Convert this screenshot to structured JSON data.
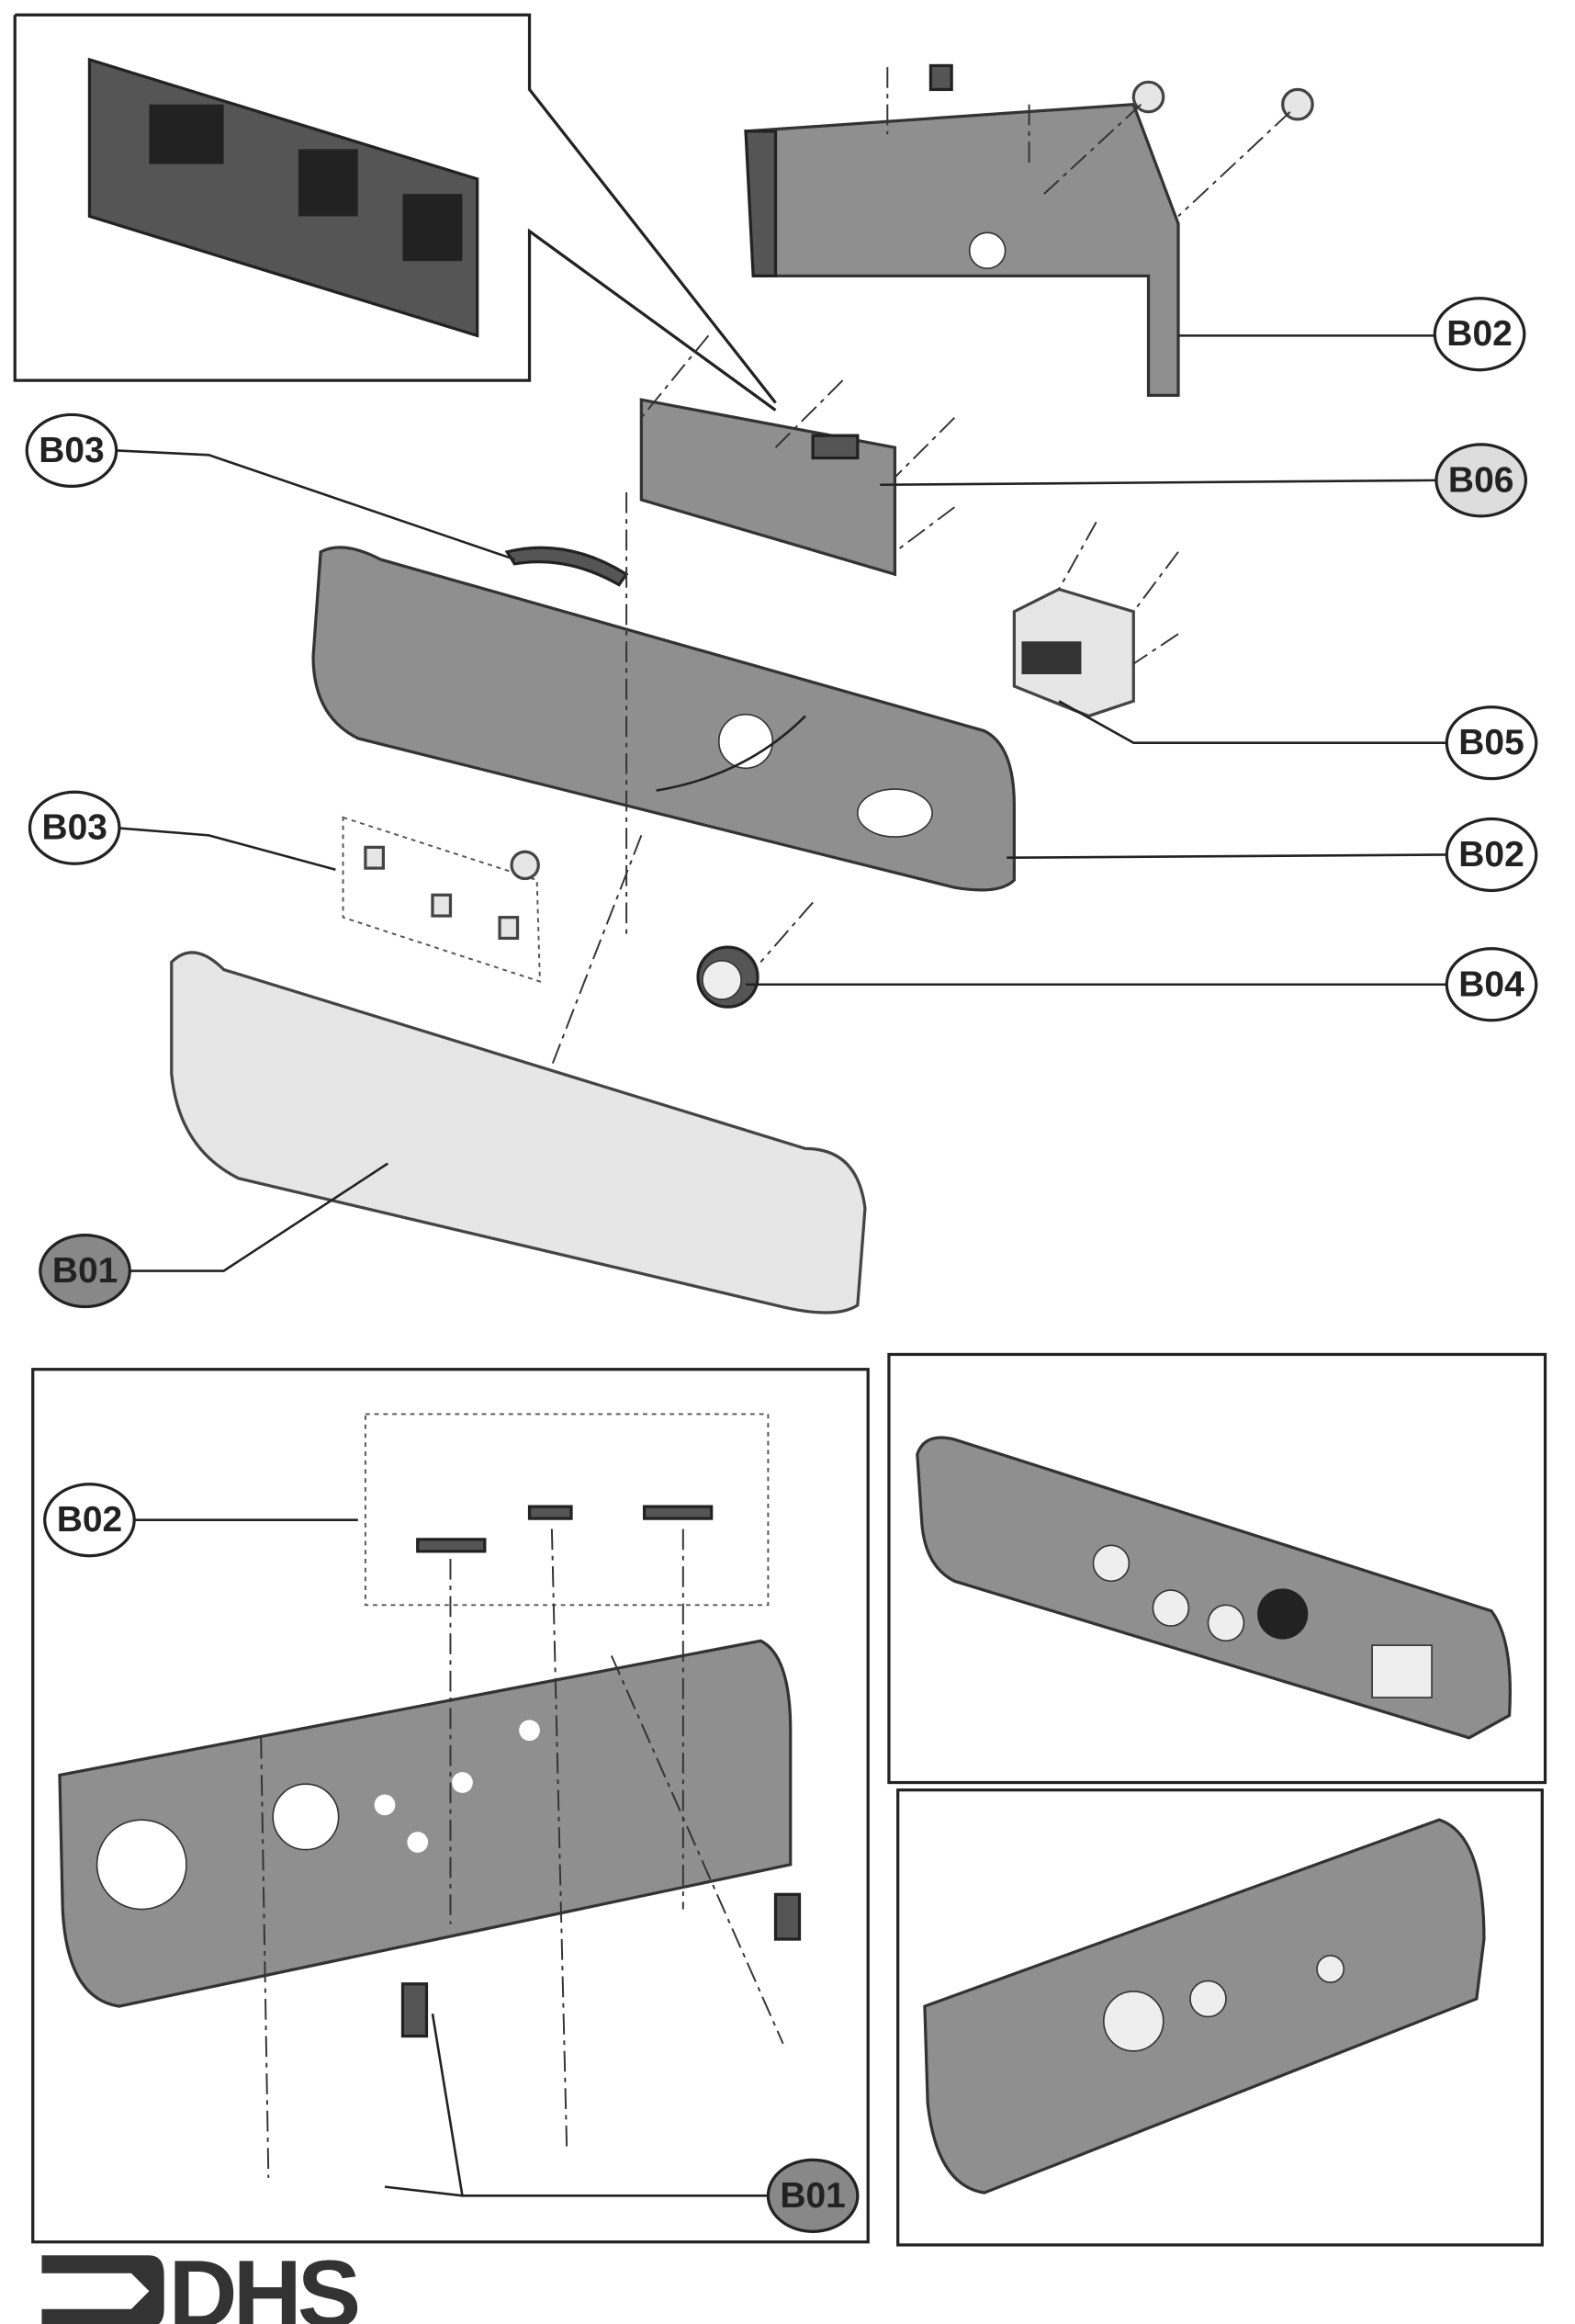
{
  "diagram": {
    "callouts": {
      "top_cover": "B02",
      "lens_top": "B03",
      "pcb": "B06",
      "timer": "B05",
      "panel": "B02",
      "knob": "B04",
      "front_cover": "B01",
      "inset_buttons": "B02",
      "inset_clips": "B01",
      "lens_buttons": "B03"
    },
    "logo": {
      "text": "DHS"
    },
    "colors": {
      "ink": "#333333",
      "paper": "#ffffff",
      "part_gray": "#8f8f8f"
    }
  }
}
